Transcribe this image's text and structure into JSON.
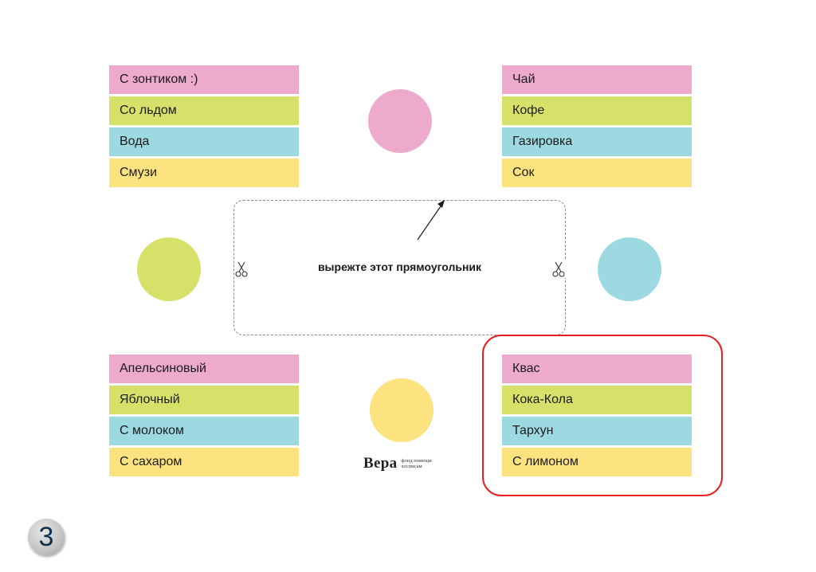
{
  "blocks": {
    "top_left": {
      "items": [
        "С зонтиком :)",
        "Со льдом",
        "Вода",
        "Смузи"
      ]
    },
    "top_right": {
      "items": [
        "Чай",
        "Кофе",
        "Газировка",
        "Сок"
      ]
    },
    "bottom_left": {
      "items": [
        "Апельсиновый",
        "Яблочный",
        "С молоком",
        "С сахаром"
      ]
    },
    "bottom_right": {
      "items": [
        "Квас",
        "Кока-Кола",
        "Тархун",
        "С лимоном"
      ]
    }
  },
  "row_colors": [
    "#eeaacd",
    "#d6e16a",
    "#9dd9e0",
    "#fde37f"
  ],
  "circle_colors": {
    "top": "#eeaacd",
    "left": "#d6e16a",
    "right": "#9dd9e0",
    "bottom": "#fde37f"
  },
  "cut_area": {
    "label": "вырежте  этот прямоугольник"
  },
  "highlight_color": "#e41f1f",
  "logo": {
    "word": "Вера",
    "subtitle": "фонд помощи хосписам"
  },
  "page_number": "3",
  "icons": [
    "scissors-icon",
    "arrow-icon"
  ]
}
